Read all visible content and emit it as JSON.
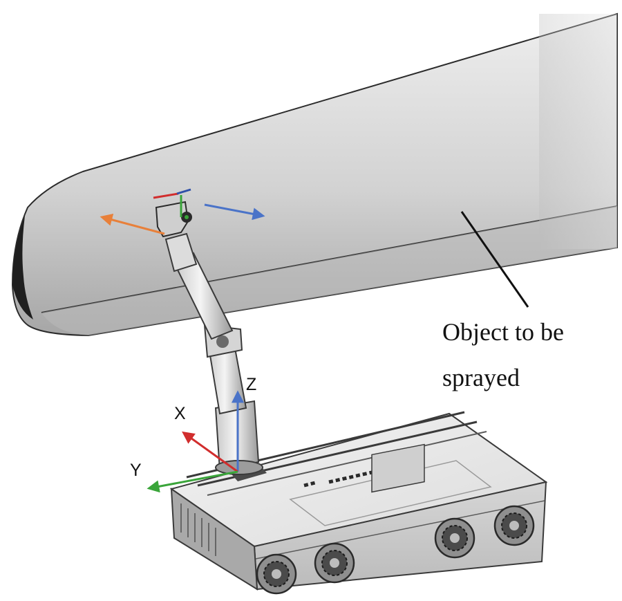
{
  "annotation": {
    "line1": "Object to be",
    "line2": "sprayed"
  },
  "axes": {
    "x": "X",
    "y": "Y",
    "z": "Z"
  },
  "colors": {
    "background": "#ffffff",
    "object_light": "#e4e4e4",
    "object_dark": "#a9a9a9",
    "outline": "#2a2a2a",
    "robot_light": "#f1f1f1",
    "robot_dark": "#8e8e8e",
    "axis_x": "#d12d2d",
    "axis_y": "#3aa53a",
    "axis_z": "#4a73c8",
    "tool_orange": "#e8803a",
    "tool_blue": "#4a73c8"
  }
}
